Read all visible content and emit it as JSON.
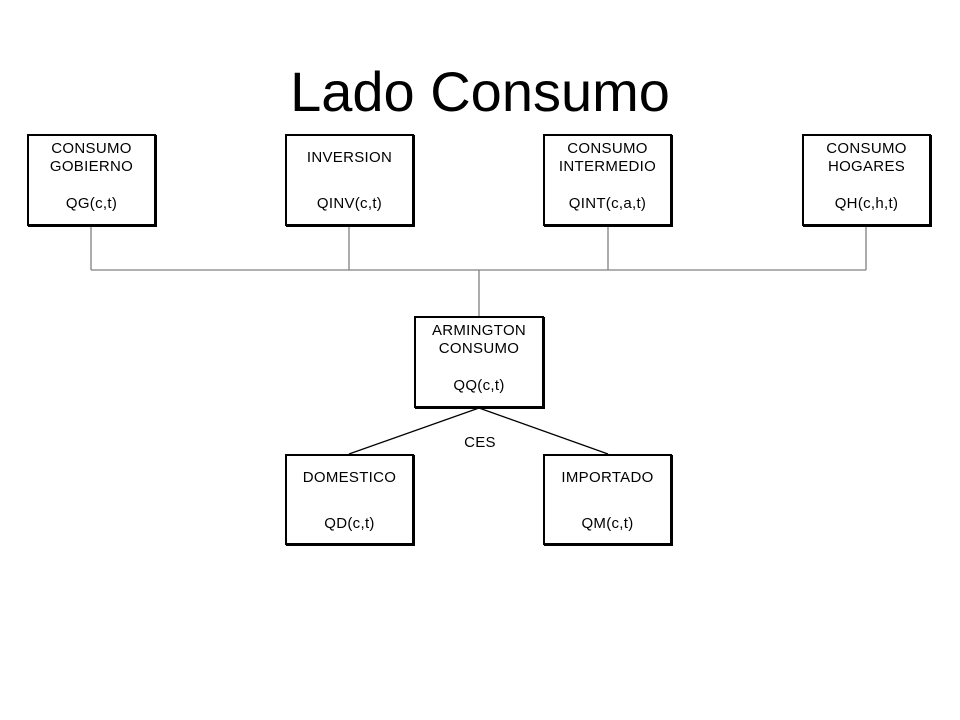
{
  "title": "Lado Consumo",
  "boxes": {
    "gobierno": {
      "line1": "CONSUMO",
      "line2": "GOBIERNO",
      "formula": "QG(c,t)"
    },
    "inversion": {
      "line1": "INVERSION",
      "formula": "QINV(c,t)"
    },
    "intermedio": {
      "line1": "CONSUMO",
      "line2": "INTERMEDIO",
      "formula": "QINT(c,a,t)"
    },
    "hogares": {
      "line1": "CONSUMO",
      "line2": "HOGARES",
      "formula": "QH(c,h,t)"
    },
    "armington": {
      "line1": "ARMINGTON",
      "line2": "CONSUMO",
      "formula": "QQ(c,t)"
    },
    "domestico": {
      "line1": "DOMESTICO",
      "formula": "QD(c,t)"
    },
    "importado": {
      "line1": "IMPORTADO",
      "formula": "QM(c,t)"
    }
  },
  "ces_label": "CES",
  "colors": {
    "line": "#808080",
    "border": "#000000",
    "background": "#ffffff"
  }
}
